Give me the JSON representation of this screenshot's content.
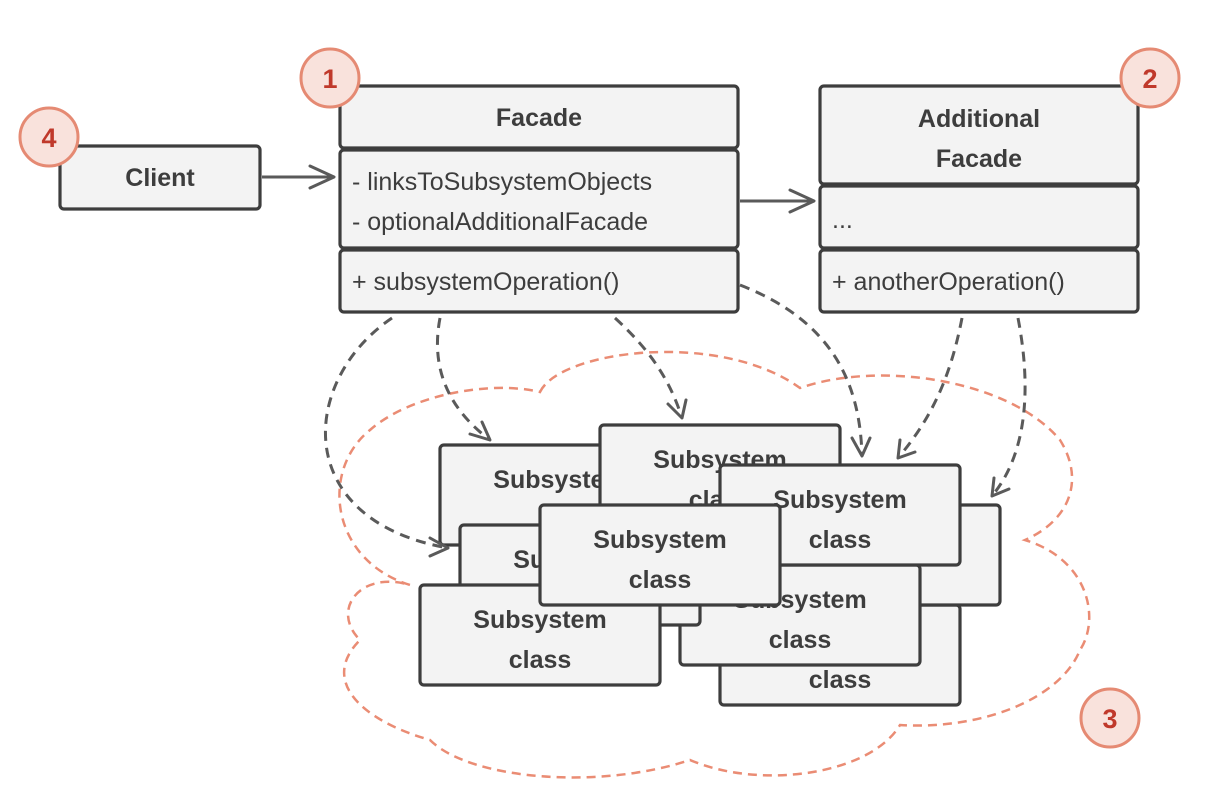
{
  "client": {
    "label": "Client",
    "badge": "4"
  },
  "facade": {
    "title": "Facade",
    "badge": "1",
    "fields": [
      "- linksToSubsystemObjects",
      "- optionalAdditionalFacade"
    ],
    "methods": [
      "+ subsystemOperation()"
    ]
  },
  "additional_facade": {
    "title_line1": "Additional",
    "title_line2": "Facade",
    "badge": "2",
    "fields": [
      "..."
    ],
    "methods": [
      "+ anotherOperation()"
    ]
  },
  "subsystem": {
    "badge": "3",
    "class_line1": "Subsystem",
    "class_line2": "class"
  },
  "colors": {
    "box_fill": "#f3f3f3",
    "box_stroke": "#3d3d3d",
    "badge_fill": "#f9e2dc",
    "badge_stroke": "#e58a73",
    "badge_text": "#c0392b",
    "cloud_stroke": "#ea8c74"
  }
}
